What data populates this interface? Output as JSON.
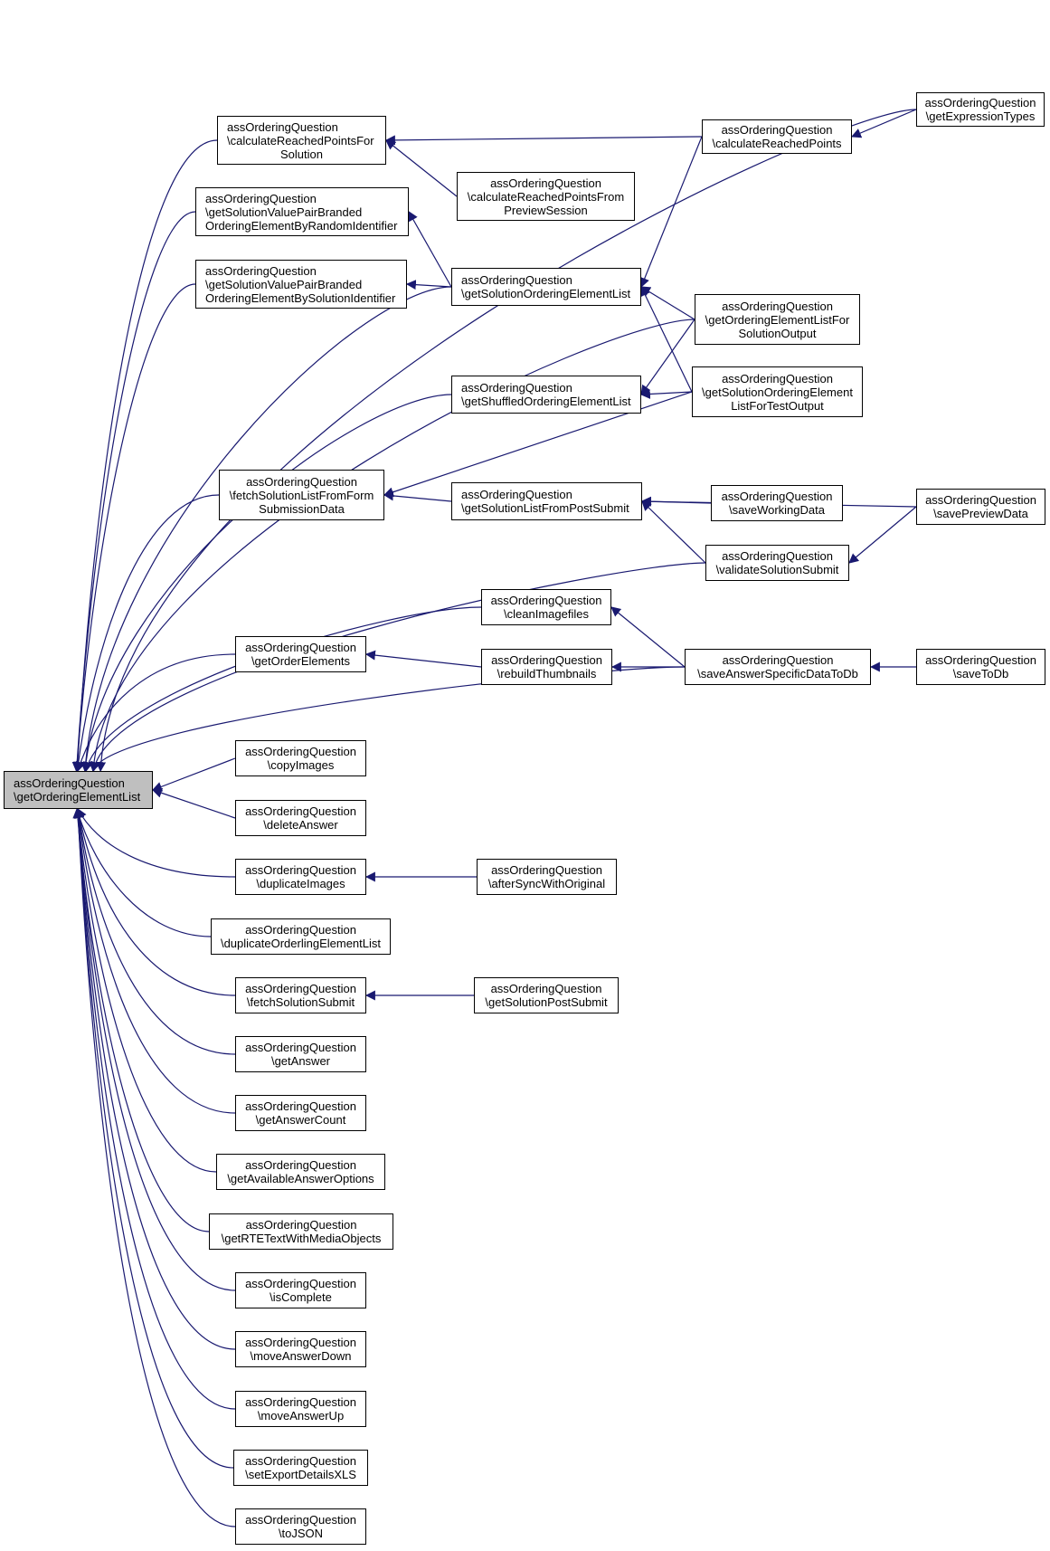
{
  "colors": {
    "edge": "#191970",
    "root_fill": "#bfbfbf",
    "node_fill": "#ffffff",
    "border": "#000000"
  },
  "nodes": [
    {
      "id": "root",
      "lines": [
        "assOrderingQuestion",
        "\\getOrderingElementList"
      ]
    },
    {
      "id": "getExpressionTypes",
      "lines": [
        "assOrderingQuestion",
        "\\getExpressionTypes"
      ]
    },
    {
      "id": "calculateReachedPointsForSolution",
      "lines": [
        "assOrderingQuestion",
        "\\calculateReachedPointsFor",
        "Solution"
      ]
    },
    {
      "id": "calculateReachedPoints",
      "lines": [
        "assOrderingQuestion",
        "\\calculateReachedPoints"
      ]
    },
    {
      "id": "calculateReachedPointsFromPreviewSession",
      "lines": [
        "assOrderingQuestion",
        "\\calculateReachedPointsFrom",
        "PreviewSession"
      ]
    },
    {
      "id": "getSolutionValuePairBrandedByRandom",
      "lines": [
        "assOrderingQuestion",
        "\\getSolutionValuePairBranded",
        "OrderingElementByRandomIdentifier"
      ]
    },
    {
      "id": "getSolutionValuePairBrandedBySolution",
      "lines": [
        "assOrderingQuestion",
        "\\getSolutionValuePairBranded",
        "OrderingElementBySolutionIdentifier"
      ]
    },
    {
      "id": "getSolutionOrderingElementList",
      "lines": [
        "assOrderingQuestion",
        "\\getSolutionOrderingElementList"
      ]
    },
    {
      "id": "getOrderingElementListForSolutionOutput",
      "lines": [
        "assOrderingQuestion",
        "\\getOrderingElementListFor",
        "SolutionOutput"
      ]
    },
    {
      "id": "getShuffledOrderingElementList",
      "lines": [
        "assOrderingQuestion",
        "\\getShuffledOrderingElementList"
      ]
    },
    {
      "id": "getSolutionOrderingElementListForTestOutput",
      "lines": [
        "assOrderingQuestion",
        "\\getSolutionOrderingElement",
        "ListForTestOutput"
      ]
    },
    {
      "id": "fetchSolutionListFromFormSubmissionData",
      "lines": [
        "assOrderingQuestion",
        "\\fetchSolutionListFromForm",
        "SubmissionData"
      ]
    },
    {
      "id": "getSolutionListFromPostSubmit",
      "lines": [
        "assOrderingQuestion",
        "\\getSolutionListFromPostSubmit"
      ]
    },
    {
      "id": "saveWorkingData",
      "lines": [
        "assOrderingQuestion",
        "\\saveWorkingData"
      ]
    },
    {
      "id": "savePreviewData",
      "lines": [
        "assOrderingQuestion",
        "\\savePreviewData"
      ]
    },
    {
      "id": "validateSolutionSubmit",
      "lines": [
        "assOrderingQuestion",
        "\\validateSolutionSubmit"
      ]
    },
    {
      "id": "cleanImagefiles",
      "lines": [
        "assOrderingQuestion",
        "\\cleanImagefiles"
      ]
    },
    {
      "id": "getOrderElements",
      "lines": [
        "assOrderingQuestion",
        "\\getOrderElements"
      ]
    },
    {
      "id": "rebuildThumbnails",
      "lines": [
        "assOrderingQuestion",
        "\\rebuildThumbnails"
      ]
    },
    {
      "id": "saveAnswerSpecificDataToDb",
      "lines": [
        "assOrderingQuestion",
        "\\saveAnswerSpecificDataToDb"
      ]
    },
    {
      "id": "saveToDb",
      "lines": [
        "assOrderingQuestion",
        "\\saveToDb"
      ]
    },
    {
      "id": "copyImages",
      "lines": [
        "assOrderingQuestion",
        "\\copyImages"
      ]
    },
    {
      "id": "deleteAnswer",
      "lines": [
        "assOrderingQuestion",
        "\\deleteAnswer"
      ]
    },
    {
      "id": "duplicateImages",
      "lines": [
        "assOrderingQuestion",
        "\\duplicateImages"
      ]
    },
    {
      "id": "afterSyncWithOriginal",
      "lines": [
        "assOrderingQuestion",
        "\\afterSyncWithOriginal"
      ]
    },
    {
      "id": "duplicateOrderlingElementList",
      "lines": [
        "assOrderingQuestion",
        "\\duplicateOrderlingElementList"
      ]
    },
    {
      "id": "fetchSolutionSubmit",
      "lines": [
        "assOrderingQuestion",
        "\\fetchSolutionSubmit"
      ]
    },
    {
      "id": "getSolutionPostSubmit",
      "lines": [
        "assOrderingQuestion",
        "\\getSolutionPostSubmit"
      ]
    },
    {
      "id": "getAnswer",
      "lines": [
        "assOrderingQuestion",
        "\\getAnswer"
      ]
    },
    {
      "id": "getAnswerCount",
      "lines": [
        "assOrderingQuestion",
        "\\getAnswerCount"
      ]
    },
    {
      "id": "getAvailableAnswerOptions",
      "lines": [
        "assOrderingQuestion",
        "\\getAvailableAnswerOptions"
      ]
    },
    {
      "id": "getRTETextWithMediaObjects",
      "lines": [
        "assOrderingQuestion",
        "\\getRTETextWithMediaObjects"
      ]
    },
    {
      "id": "isComplete",
      "lines": [
        "assOrderingQuestion",
        "\\isComplete"
      ]
    },
    {
      "id": "moveAnswerDown",
      "lines": [
        "assOrderingQuestion",
        "\\moveAnswerDown"
      ]
    },
    {
      "id": "moveAnswerUp",
      "lines": [
        "assOrderingQuestion",
        "\\moveAnswerUp"
      ]
    },
    {
      "id": "setExportDetailsXLS",
      "lines": [
        "assOrderingQuestion",
        "\\setExportDetailsXLS"
      ]
    },
    {
      "id": "toJSON",
      "lines": [
        "assOrderingQuestion",
        "\\toJSON"
      ]
    }
  ],
  "edges": [
    {
      "from": "getExpressionTypes",
      "to": "root"
    },
    {
      "from": "calculateReachedPointsForSolution",
      "to": "root"
    },
    {
      "from": "calculateReachedPoints",
      "to": "calculateReachedPointsForSolution"
    },
    {
      "from": "calculateReachedPointsFromPreviewSession",
      "to": "calculateReachedPointsForSolution"
    },
    {
      "from": "getExpressionTypes",
      "to": "calculateReachedPoints"
    },
    {
      "from": "getSolutionValuePairBrandedByRandom",
      "to": "root"
    },
    {
      "from": "getSolutionOrderingElementList",
      "to": "getSolutionValuePairBrandedByRandom"
    },
    {
      "from": "getSolutionValuePairBrandedBySolution",
      "to": "root"
    },
    {
      "from": "getSolutionOrderingElementList",
      "to": "getSolutionValuePairBrandedBySolution"
    },
    {
      "from": "getSolutionOrderingElementList",
      "to": "root"
    },
    {
      "from": "calculateReachedPoints",
      "to": "getSolutionOrderingElementList"
    },
    {
      "from": "getOrderingElementListForSolutionOutput",
      "to": "getSolutionOrderingElementList"
    },
    {
      "from": "getSolutionOrderingElementListForTestOutput",
      "to": "getSolutionOrderingElementList"
    },
    {
      "from": "getOrderingElementListForSolutionOutput",
      "to": "root"
    },
    {
      "from": "getShuffledOrderingElementList",
      "to": "root"
    },
    {
      "from": "getOrderingElementListForSolutionOutput",
      "to": "getShuffledOrderingElementList"
    },
    {
      "from": "getSolutionOrderingElementListForTestOutput",
      "to": "getShuffledOrderingElementList"
    },
    {
      "from": "fetchSolutionListFromFormSubmissionData",
      "to": "root"
    },
    {
      "from": "getSolutionOrderingElementListForTestOutput",
      "to": "fetchSolutionListFromFormSubmissionData"
    },
    {
      "from": "getSolutionListFromPostSubmit",
      "to": "fetchSolutionListFromFormSubmissionData"
    },
    {
      "from": "savePreviewData",
      "to": "getSolutionListFromPostSubmit"
    },
    {
      "from": "saveWorkingData",
      "to": "getSolutionListFromPostSubmit"
    },
    {
      "from": "validateSolutionSubmit",
      "to": "getSolutionListFromPostSubmit"
    },
    {
      "from": "savePreviewData",
      "to": "validateSolutionSubmit"
    },
    {
      "from": "validateSolutionSubmit",
      "to": "root"
    },
    {
      "from": "cleanImagefiles",
      "to": "root"
    },
    {
      "from": "saveAnswerSpecificDataToDb",
      "to": "cleanImagefiles"
    },
    {
      "from": "getOrderElements",
      "to": "root"
    },
    {
      "from": "rebuildThumbnails",
      "to": "getOrderElements"
    },
    {
      "from": "saveAnswerSpecificDataToDb",
      "to": "rebuildThumbnails"
    },
    {
      "from": "saveToDb",
      "to": "saveAnswerSpecificDataToDb"
    },
    {
      "from": "saveAnswerSpecificDataToDb",
      "to": "root"
    },
    {
      "from": "copyImages",
      "to": "root"
    },
    {
      "from": "deleteAnswer",
      "to": "root"
    },
    {
      "from": "duplicateImages",
      "to": "root"
    },
    {
      "from": "afterSyncWithOriginal",
      "to": "duplicateImages"
    },
    {
      "from": "duplicateOrderlingElementList",
      "to": "root"
    },
    {
      "from": "fetchSolutionSubmit",
      "to": "root"
    },
    {
      "from": "getSolutionPostSubmit",
      "to": "fetchSolutionSubmit"
    },
    {
      "from": "getAnswer",
      "to": "root"
    },
    {
      "from": "getAnswerCount",
      "to": "root"
    },
    {
      "from": "getAvailableAnswerOptions",
      "to": "root"
    },
    {
      "from": "getRTETextWithMediaObjects",
      "to": "root"
    },
    {
      "from": "isComplete",
      "to": "root"
    },
    {
      "from": "moveAnswerDown",
      "to": "root"
    },
    {
      "from": "moveAnswerUp",
      "to": "root"
    },
    {
      "from": "setExportDetailsXLS",
      "to": "root"
    },
    {
      "from": "toJSON",
      "to": "root"
    }
  ]
}
